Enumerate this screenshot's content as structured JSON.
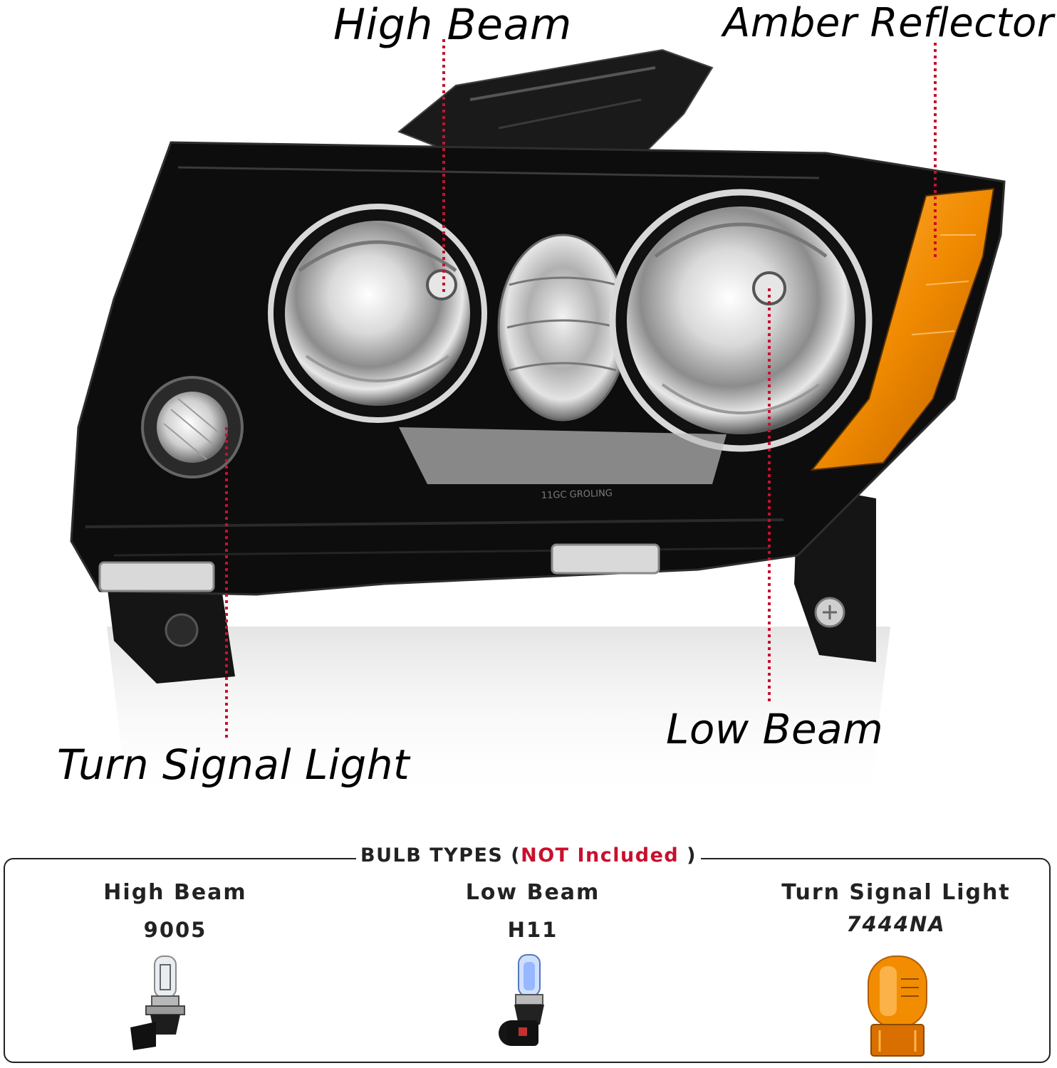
{
  "callouts": {
    "high_beam": "High Beam",
    "amber_reflector": "Amber Reflector",
    "low_beam": "Low Beam",
    "turn_signal": "Turn Signal Light"
  },
  "housing_marking": "11GC GROLING",
  "bulb_types": {
    "title": "BULB TYPES",
    "open_paren": "(",
    "warning": "NOT Included",
    "close_paren": ")",
    "items": [
      {
        "name": "High Beam",
        "code": "9005",
        "bulb_icon": "halogen-9005-bulb-icon"
      },
      {
        "name": "Low Beam",
        "code": "H11",
        "bulb_icon": "halogen-h11-blue-bulb-icon"
      },
      {
        "name": "Turn Signal Light",
        "code": "7444NA",
        "bulb_icon": "amber-wedge-bulb-icon"
      }
    ]
  },
  "colors": {
    "leader_line": "#c8102e",
    "warning": "#c8102e",
    "amber": "#f08a00",
    "housing": "#0d0d0d"
  }
}
